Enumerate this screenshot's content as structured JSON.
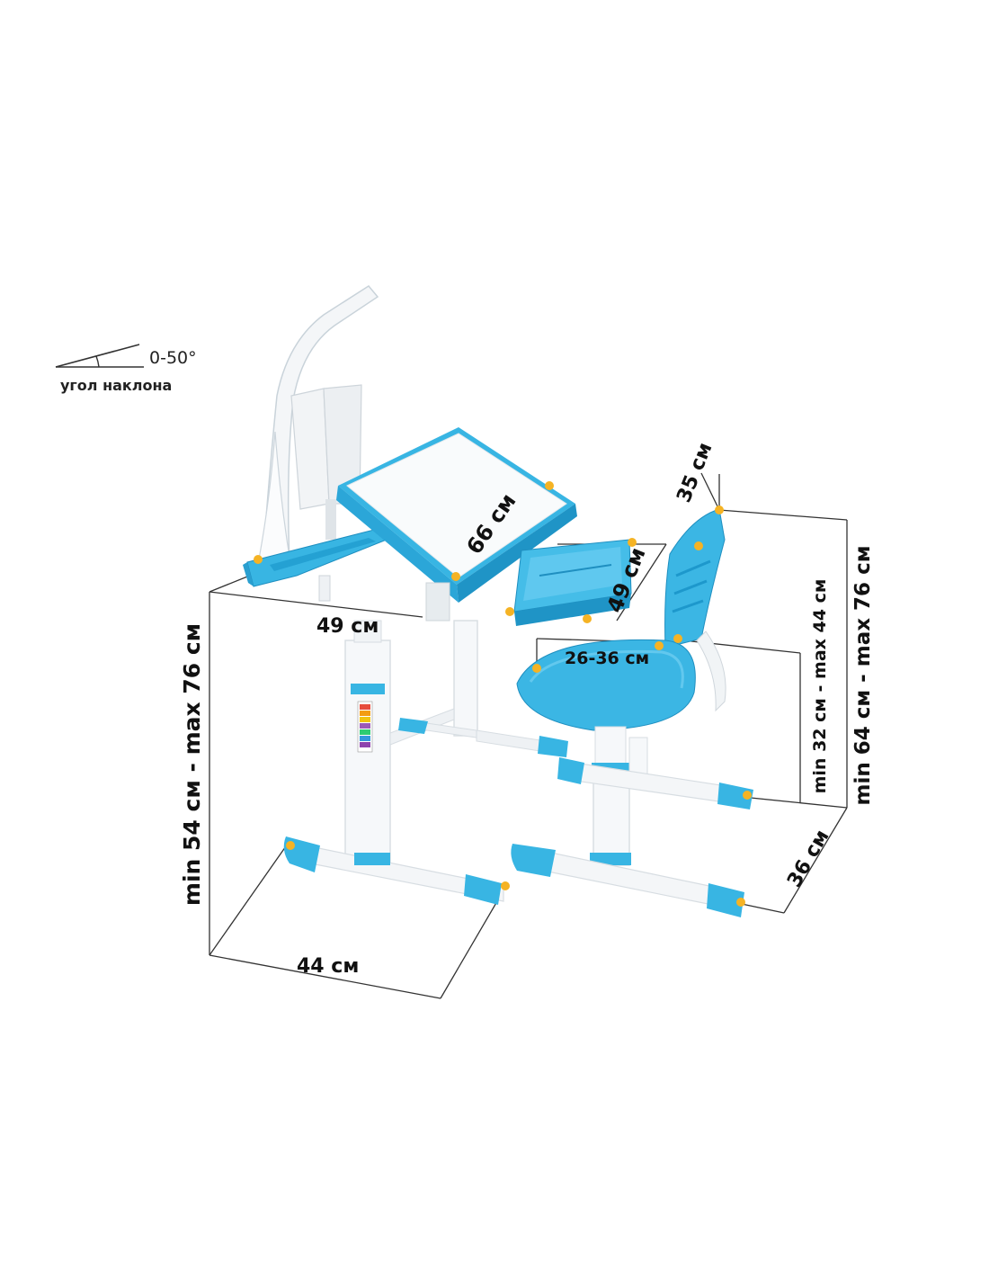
{
  "colors": {
    "accent": "#38b5e3",
    "accent_dark": "#1f8fc0",
    "frame": "#ffffff",
    "marker": "#f5b324",
    "dimension_line": "#333333"
  },
  "tilt_indicator": {
    "range_label": "0-50°",
    "caption": "угол наклона"
  },
  "dimensions": {
    "desk_height": "min 54 см - max 76 см",
    "desk_depth": "49 см",
    "tabletop_width": "66 см",
    "shelf_depth": "49 см",
    "base_width": "44 см",
    "backrest_depth": "35 см",
    "seat_height": "min 32 см - max 44 см",
    "seat_depth": "26-36 см",
    "total_chair_height": "min 64 см - max 76 см",
    "chair_base_depth": "36 см"
  }
}
